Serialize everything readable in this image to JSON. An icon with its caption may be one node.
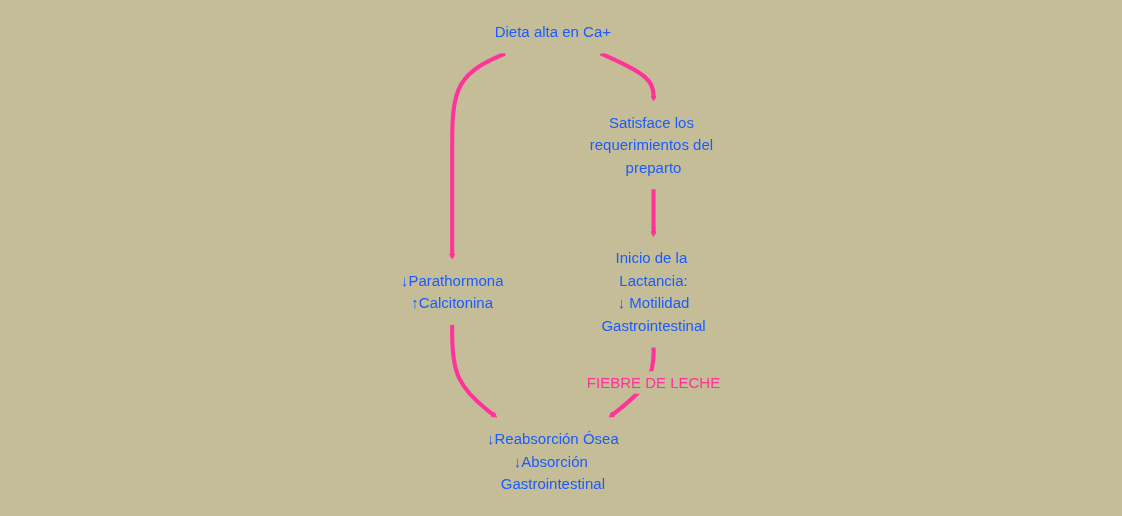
{
  "diagram": {
    "nodes": [
      {
        "text": [
          "Dieta alta en Ca+"
        ]
      },
      {
        "text": [
          "↓Parathormona",
          "↑Calcitonina"
        ]
      },
      {
        "text": [
          "Satisface los requerimientos del preparto"
        ]
      },
      {
        "text": [
          "↓Reabsorción Ósea",
          "↓Absorción Gastrointestinal"
        ]
      },
      {
        "text": [
          "Inicio de la Lactancia:",
          "↓ Motilidad",
          "Gastrointestinal"
        ]
      }
    ],
    "edges": [
      {
        "from": 0,
        "to": 1,
        "arrow": "to"
      },
      {
        "from": 0,
        "to": 2,
        "arrow": "to"
      },
      {
        "from": 1,
        "to": 3,
        "arrow": "to"
      },
      {
        "from": 2,
        "to": 4,
        "arrow": "to"
      },
      {
        "from": 4,
        "to": 3,
        "arrow": "to",
        "label": "FIEBRE DE LECHE"
      }
    ]
  }
}
